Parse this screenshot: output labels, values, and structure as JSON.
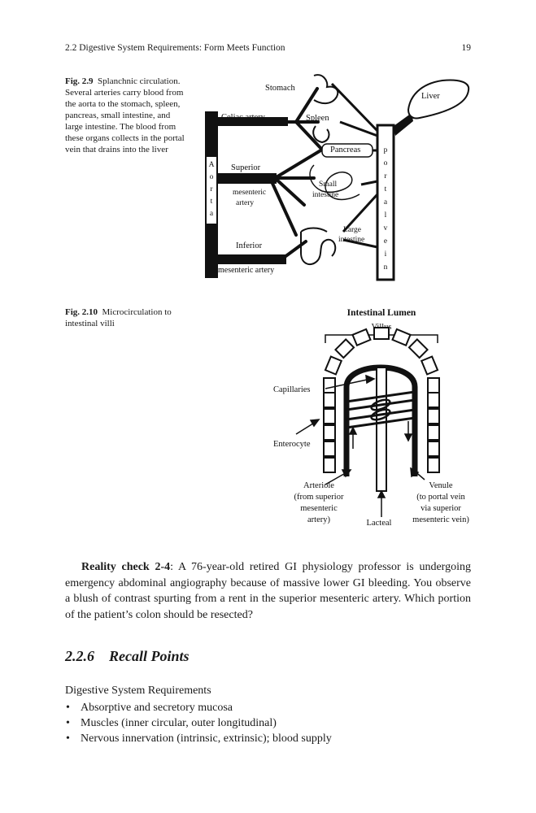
{
  "running_head": {
    "title": "2.2   Digestive System Requirements: Form Meets Function",
    "page_number": "19"
  },
  "fig_2_9": {
    "label": "Fig. 2.9",
    "caption": "Splanchnic circulation. Several arteries carry blood from the aorta to the stomach, spleen, pancreas, small intestine, and large intestine. The blood from these organs collects in the portal vein that drains into the liver",
    "labels": {
      "stomach": "Stomach",
      "liver": "Liver",
      "celiac": "Celiac artery",
      "spleen": "Spleen",
      "pancreas": "Pancreas",
      "superior_1": "Superior",
      "superior_2": "mesenteric",
      "superior_3": "artery",
      "small_1": "Small",
      "small_2": "intestine",
      "large_1": "Large",
      "large_2": "intestine",
      "inferior_1": "Inferior",
      "inferior_2": "mesenteric artery",
      "aorta_letters": [
        "A",
        "o",
        "r",
        "t",
        "a"
      ],
      "portal_letters": [
        "p",
        "o",
        "r",
        "t",
        "a",
        "l",
        "v",
        "e",
        "i",
        "n"
      ]
    }
  },
  "fig_2_10": {
    "label": "Fig. 2.10",
    "caption": "Microcirculation to intestinal villi",
    "labels": {
      "lumen": "Intestinal Lumen",
      "villus": "Villus",
      "capillaries": "Capillaries",
      "enterocyte": "Enterocyte",
      "arteriole_1": "Arteriole",
      "arteriole_2": "(from superior",
      "arteriole_3": "mesenteric",
      "arteriole_4": "artery)",
      "lacteal": "Lacteal",
      "venule_1": "Venule",
      "venule_2": "(to portal vein",
      "venule_3": "via superior",
      "venule_4": "mesenteric vein)"
    }
  },
  "reality_check": {
    "label": "Reality check 2-4",
    "text": ": A 76-year-old retired GI physiology professor is undergoing emergency abdominal angiography because of massive lower GI bleeding. You observe a blush of contrast spurting from a rent in the superior mesenteric artery. Which portion of the patient’s colon should be resected?"
  },
  "section": {
    "number": "2.2.6",
    "title": "Recall Points"
  },
  "recall": {
    "heading": "Digestive System Requirements",
    "items": [
      "Absorptive and secretory mucosa",
      "Muscles (inner circular, outer longitudinal)",
      "Nervous innervation (intrinsic, extrinsic); blood supply"
    ],
    "bullet": "•"
  }
}
